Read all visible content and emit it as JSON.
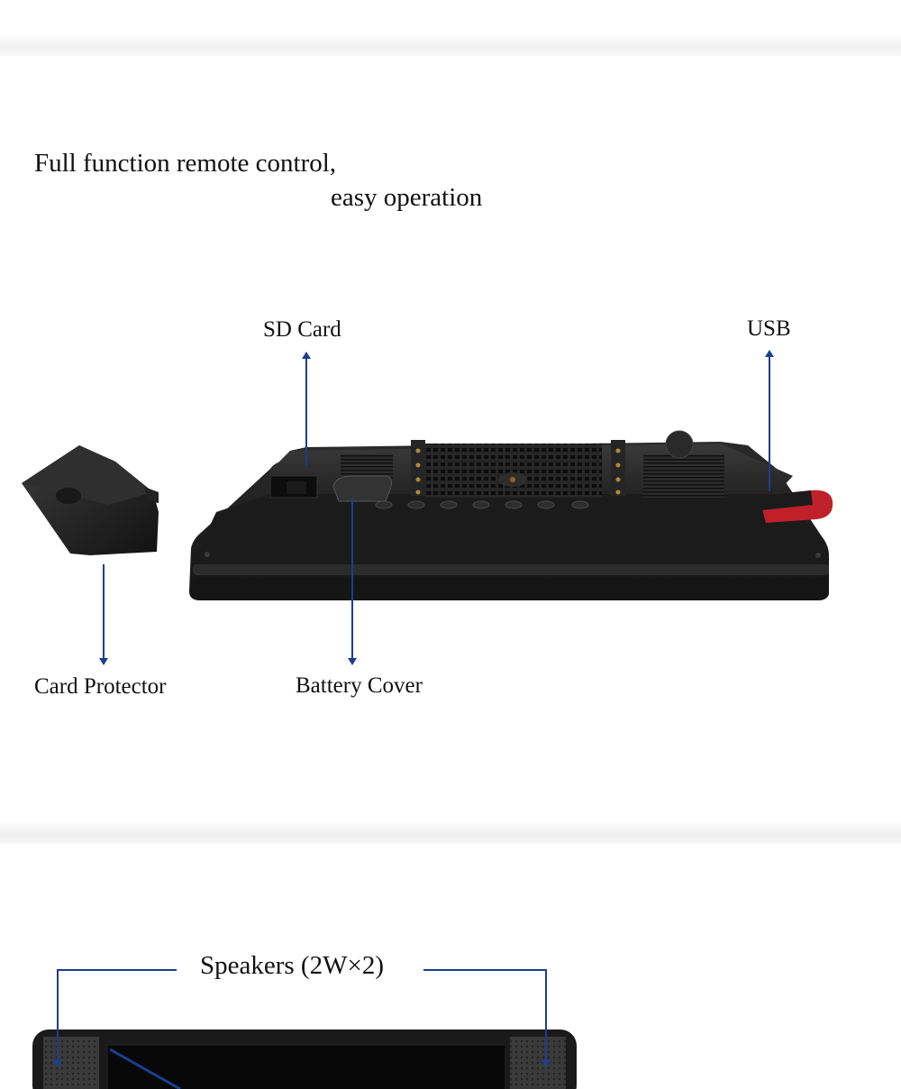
{
  "headline": {
    "line1": "Full function remote control,",
    "line2": "easy operation"
  },
  "callouts": {
    "sd_card": "SD Card",
    "usb": "USB",
    "card_protector": "Card Protector",
    "battery_cover": "Battery Cover",
    "speakers": "Speakers (2W×2)"
  },
  "colors": {
    "arrow": "#1a3f8f",
    "device_body": "#1c1c1c",
    "usb_stick": "#c0202a"
  },
  "icons": {
    "device": "portable-player-back-view",
    "protector": "card-protector-cap"
  }
}
